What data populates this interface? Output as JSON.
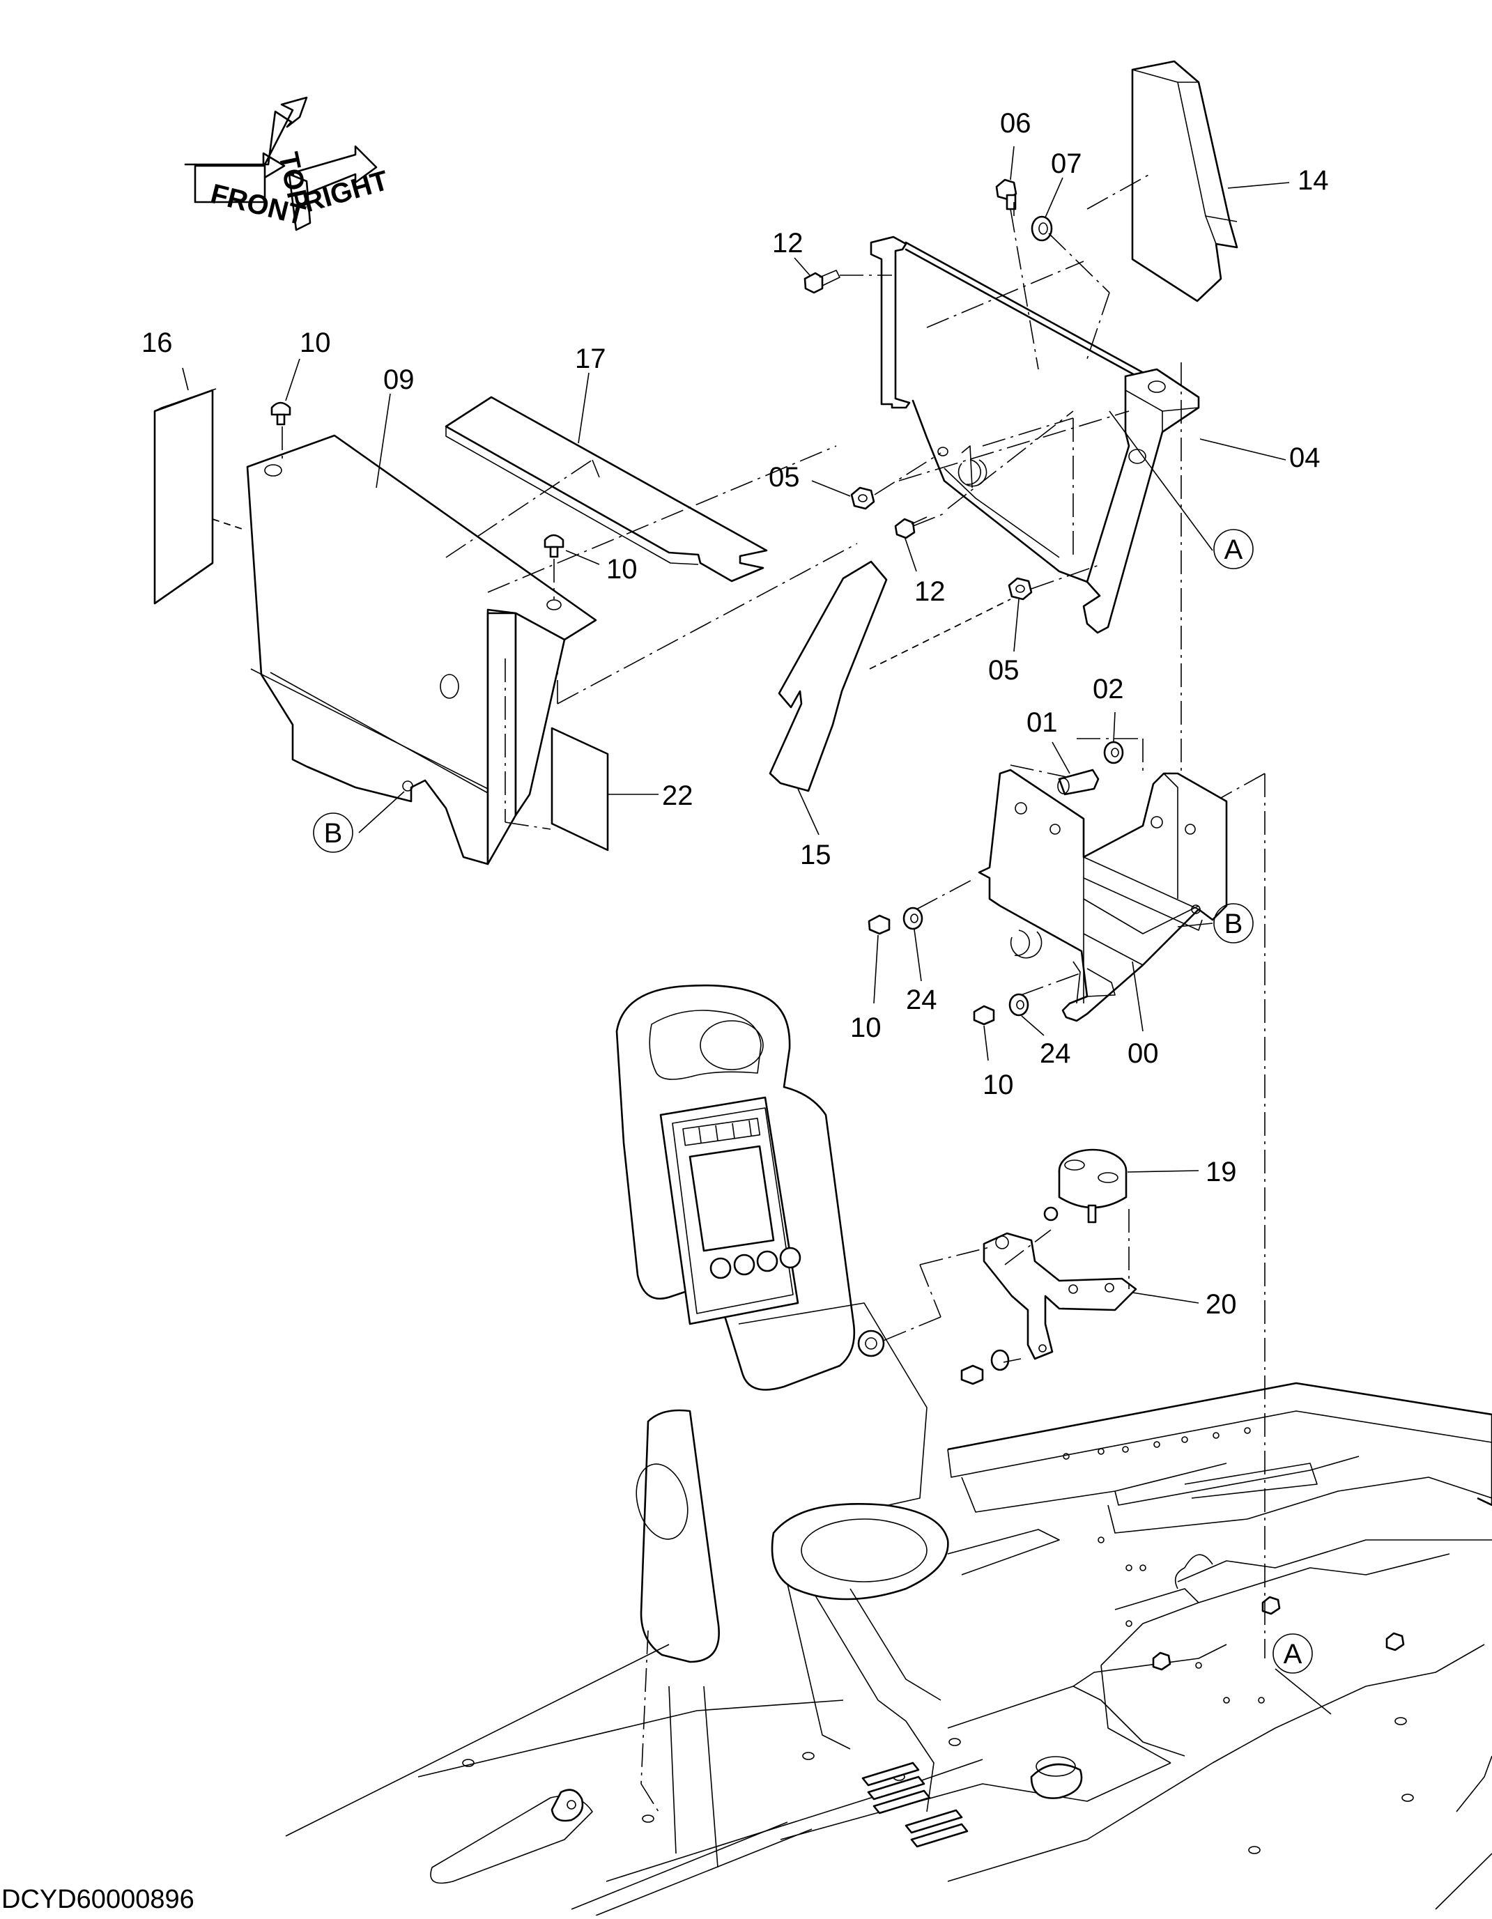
{
  "doc_code": "DCYD60000896",
  "orientation": {
    "front": "FRONT",
    "top": "TOP",
    "right": "RIGHT"
  },
  "part_labels": {
    "p00": "00",
    "p01": "01",
    "p02": "02",
    "p04": "04",
    "p05a": "05",
    "p05b": "05",
    "p06": "06",
    "p07": "07",
    "p09": "09",
    "p10a": "10",
    "p10b": "10",
    "p10c": "10",
    "p10d": "10",
    "p12a": "12",
    "p12b": "12",
    "p14": "14",
    "p15": "15",
    "p16": "16",
    "p17": "17",
    "p19": "19",
    "p20": "20",
    "p22": "22",
    "p24a": "24",
    "p24b": "24"
  },
  "callouts": {
    "a1": "A",
    "a2": "A",
    "b1": "B",
    "b2": "B"
  }
}
